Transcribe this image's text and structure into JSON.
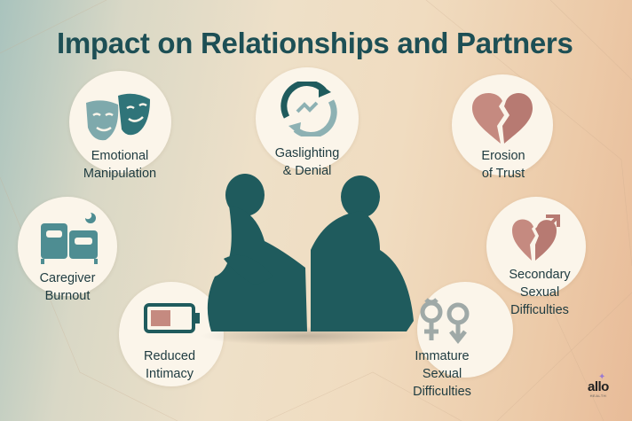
{
  "title": "Impact on Relationships and Partners",
  "colors": {
    "title": "#1d4f55",
    "silhouette": "#1f5b5d",
    "teal_icon": "#4e8d92",
    "light_teal_icon": "#8db1b3",
    "rose_icon": "#c58a80",
    "gray_icon": "#9fa9a7",
    "circle_bg": "#fbf5ea"
  },
  "items": [
    {
      "id": "emotional-manipulation",
      "icon": "theater-masks-icon",
      "label_line1": "Emotional",
      "label_line2": "Manipulation"
    },
    {
      "id": "gaslighting-denial",
      "icon": "refresh-cycle-icon",
      "label_line1": "Gaslighting",
      "label_line2": "& Denial"
    },
    {
      "id": "erosion-of-trust",
      "icon": "broken-heart-icon",
      "label_line1": "Erosion",
      "label_line2": "of Trust"
    },
    {
      "id": "caregiver-burnout",
      "icon": "separate-beds-icon",
      "label_line1": "Caregiver",
      "label_line2": "Burnout"
    },
    {
      "id": "reduced-intimacy",
      "icon": "low-battery-icon",
      "label_line1": "Reduced",
      "label_line2": "Intimacy"
    },
    {
      "id": "immature-sexual-difficulties",
      "icon": "gender-symbols-icon",
      "label_line1": "Immature",
      "label_line2": "Sexual",
      "label_line3": "Difficulties"
    },
    {
      "id": "secondary-sexual-difficulties",
      "icon": "broken-heart-male-icon",
      "label_line1": "Secondary",
      "label_line2": "Sexual",
      "label_line3": "Difficulties"
    }
  ],
  "illustration": "couple-sitting-back-to-back-silhouette",
  "logo": {
    "name": "allo",
    "sub": "HEALTH"
  }
}
